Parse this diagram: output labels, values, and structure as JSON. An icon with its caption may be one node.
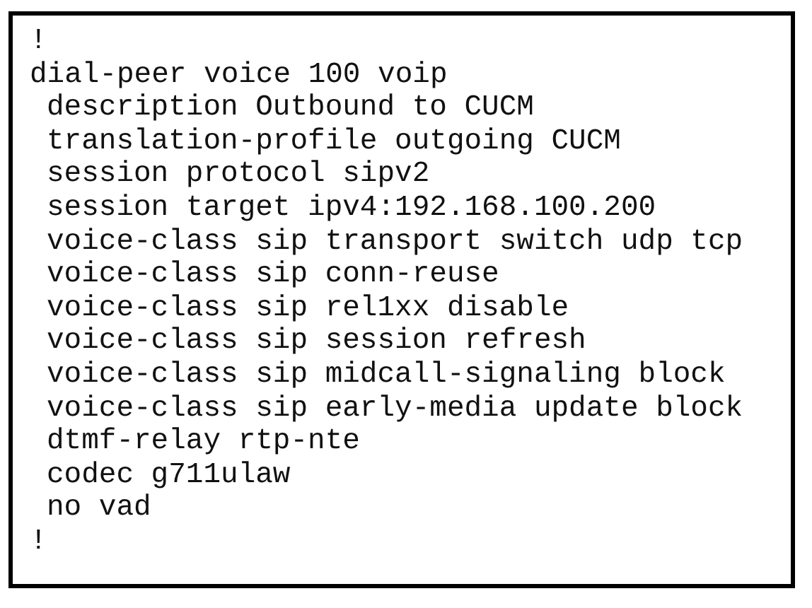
{
  "diagram": {
    "labels": [
      "!",
      "dial-peer voice 100 voip",
      "description Outbound to CUCM",
      "translation-profile outgoing CUCM",
      "session protocol sipv2",
      "session target ipv4:192.168.100.200",
      "voice-class sip transport switch udp tcp",
      "voice-class sip conn-reuse",
      "voice-class sip rel1xx disable",
      "voice-class sip session refresh",
      "voice-class sip midcall-signaling block",
      "voice-class sip early-media update block",
      "dtmf-relay rtp-nte",
      "codec g711ulaw",
      "no vad",
      "!"
    ]
  }
}
